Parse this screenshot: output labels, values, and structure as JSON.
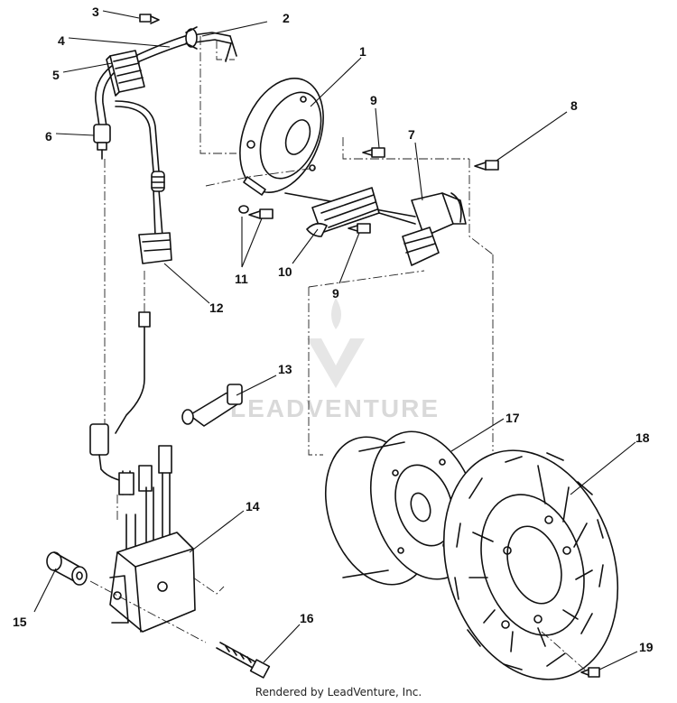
{
  "callouts": [
    {
      "label": "1"
    },
    {
      "label": "2"
    },
    {
      "label": "3"
    },
    {
      "label": "4"
    },
    {
      "label": "5"
    },
    {
      "label": "6"
    },
    {
      "label": "7"
    },
    {
      "label": "8"
    },
    {
      "label": "9"
    },
    {
      "label": "9"
    },
    {
      "label": "10"
    },
    {
      "label": "11"
    },
    {
      "label": "12"
    },
    {
      "label": "13"
    },
    {
      "label": "14"
    },
    {
      "label": "15"
    },
    {
      "label": "16"
    },
    {
      "label": "17"
    },
    {
      "label": "18"
    },
    {
      "label": "19"
    }
  ],
  "watermark": {
    "text": "LEADVENTURE"
  },
  "footer": {
    "credit": "Rendered by LeadVenture, Inc."
  }
}
